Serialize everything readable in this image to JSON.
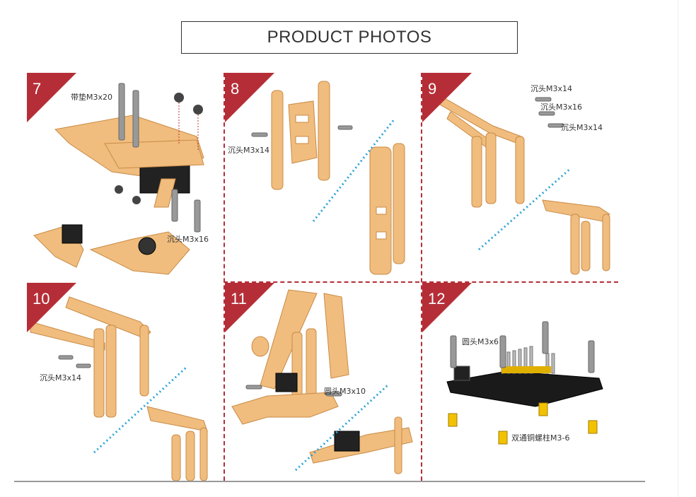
{
  "header": {
    "title": "PRODUCT PHOTOS"
  },
  "colors": {
    "badge": "#b52e37",
    "wood": "#f0bd7e",
    "wood_edge": "#c98a45",
    "dash_blue": "#2fa3d6"
  },
  "steps": [
    {
      "number": "7",
      "labels": [
        "带垫M3x20",
        "沉头M3x16"
      ]
    },
    {
      "number": "8",
      "labels": [
        "沉头M3x14"
      ]
    },
    {
      "number": "9",
      "labels": [
        "沉头M3x14",
        "沉头M3x16",
        "沉头M3x14"
      ]
    },
    {
      "number": "10",
      "labels": [
        "沉头M3x14"
      ]
    },
    {
      "number": "11",
      "labels": [
        "圆头M3x10"
      ]
    },
    {
      "number": "12",
      "labels": [
        "圆头M3x6",
        "双通铜螺柱M3-6"
      ]
    }
  ]
}
